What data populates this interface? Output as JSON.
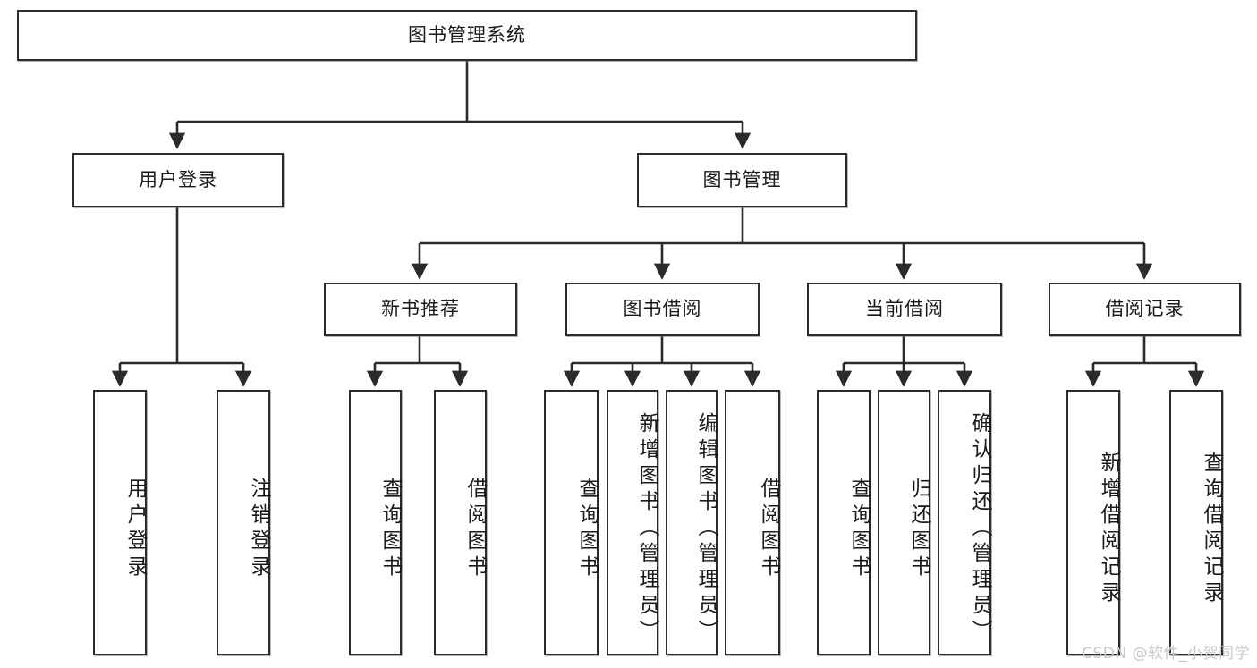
{
  "diagram": {
    "title": "图书管理系统",
    "type": "tree-hierarchy-diagram",
    "colors": {
      "box_border": "#2b2b2b",
      "box_fill": "#ffffff",
      "edge": "#2b2b2b",
      "watermark": "#c8c8c8",
      "background": "#ffffff"
    },
    "root": {
      "label": "图书管理系统"
    },
    "level2": [
      {
        "label": "用户登录"
      },
      {
        "label": "图书管理"
      }
    ],
    "level3": [
      {
        "label": "新书推荐"
      },
      {
        "label": "图书借阅"
      },
      {
        "label": "当前借阅"
      },
      {
        "label": "借阅记录"
      }
    ],
    "leaves": {
      "user_login": [
        {
          "label": "用户登录"
        },
        {
          "label": "注销登录"
        }
      ],
      "new_book_recommend": [
        {
          "label": "查询图书"
        },
        {
          "label": "借阅图书"
        }
      ],
      "book_borrow": [
        {
          "label": "查询图书"
        },
        {
          "label": "新增图书（管理员）"
        },
        {
          "label": "编辑图书（管理员）"
        },
        {
          "label": "借阅图书"
        }
      ],
      "current_borrow": [
        {
          "label": "查询图书"
        },
        {
          "label": "归还图书"
        },
        {
          "label": "确认归还（管理员）"
        }
      ],
      "borrow_record": [
        {
          "label": "新增借阅记录"
        },
        {
          "label": "查询借阅记录"
        }
      ]
    }
  },
  "watermark": {
    "text": "CSDN @软件_小贺同学"
  }
}
